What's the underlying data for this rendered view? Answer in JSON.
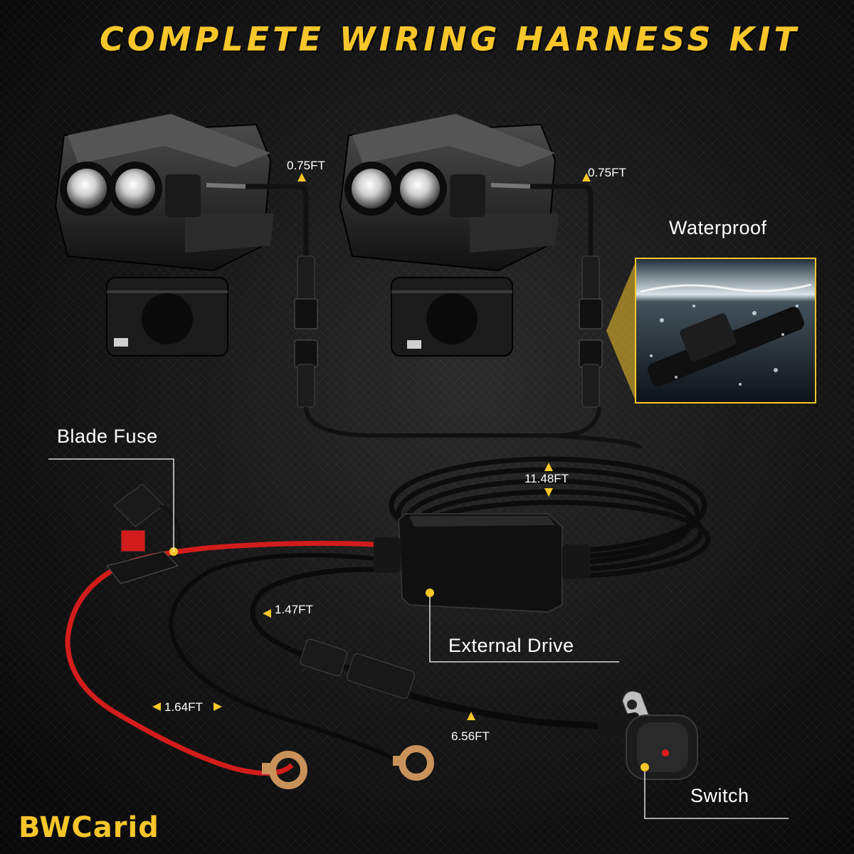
{
  "title": "COMPLETE WIRING HARNESS KIT",
  "brand": "BWCarid",
  "labels": {
    "waterproof": "Waterproof",
    "blade_fuse": "Blade Fuse",
    "external_drive": "External Drive",
    "switch": "Switch"
  },
  "lengths": {
    "left_light": "0.75FT",
    "right_light": "0.75FT",
    "main_cable": "11.48FT",
    "ground_wire": "1.47FT",
    "power_wire": "1.64FT",
    "switch_wire": "6.56FT"
  },
  "colors": {
    "accent": "#f6c62a",
    "red_wire": "#d21c1c",
    "black_wire": "#0a0a0a"
  }
}
